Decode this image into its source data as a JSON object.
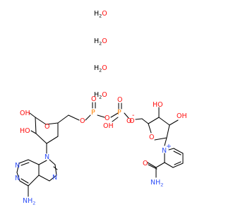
{
  "molecule": {
    "water": [
      {
        "h": "H",
        "sub": "2",
        "o": "O"
      },
      {
        "h": "H",
        "sub": "2",
        "o": "O"
      },
      {
        "h": "H",
        "sub": "2",
        "o": "O"
      },
      {
        "h": "H",
        "sub": "2",
        "o": "O"
      }
    ],
    "adenosine": {
      "oh_upper": "OH",
      "ho_lower": "HO",
      "ring_o": "O",
      "ester_o": "O",
      "purine_n": [
        "N",
        "N",
        "N",
        "N"
      ],
      "amine": "NH",
      "amine_sub": "2"
    },
    "phosphates": {
      "p1": "P",
      "p2": "P",
      "o1_double": "O",
      "o2_double": "O",
      "bridge_o": "O",
      "oh": "OH",
      "o_minus": "O",
      "minus_charge": "-"
    },
    "nicotinamide_riboside": {
      "ho_upper": "HO",
      "oh_lower": "OH",
      "ring_o": "O",
      "ester_o": "O",
      "n_plus": "N",
      "plus_charge": "+",
      "amide_o": "O",
      "amide_n": "NH",
      "amide_sub": "2"
    }
  },
  "colors": {
    "bond": "#000000",
    "oxygen": "#ff0d0d",
    "nitrogen": "#3050f8",
    "phosphorus": "#ff8000",
    "background": "#ffffff"
  }
}
